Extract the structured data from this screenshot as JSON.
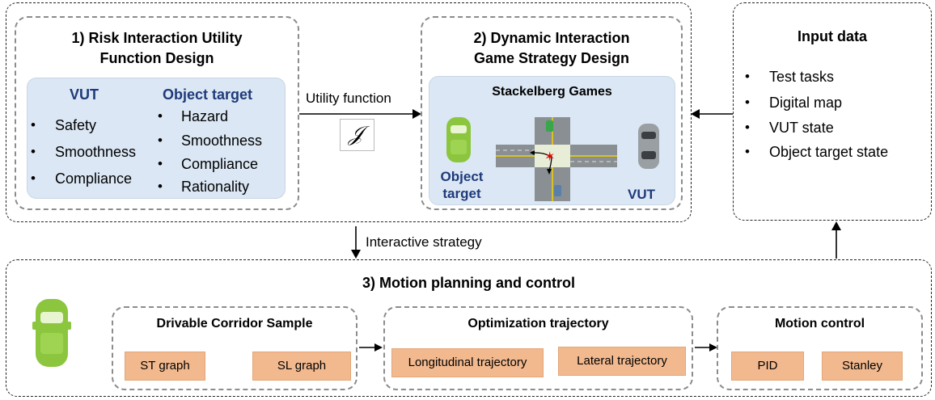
{
  "modules": {
    "risk": {
      "title_line1": "1) Risk Interaction Utility",
      "title_line2": "Function Design",
      "vut_heading": "VUT",
      "vut_items": [
        "Safety",
        "Smoothness",
        "Compliance"
      ],
      "object_heading": "Object target",
      "object_items": [
        "Hazard",
        "Smoothness",
        "Compliance",
        "Rationality"
      ]
    },
    "game": {
      "title_line1": "2) Dynamic Interaction",
      "title_line2": "Game Strategy Design",
      "panel_title": "Stackelberg Games",
      "object_label_line1": "Object",
      "object_label_line2": "target",
      "vut_label": "VUT"
    },
    "input": {
      "title": "Input data",
      "items": [
        "Test tasks",
        "Digital map",
        "VUT state",
        "Object target state"
      ]
    },
    "motion": {
      "title": "3) Motion planning and control",
      "corridor": {
        "title": "Drivable Corridor Sample",
        "buttons": [
          "ST graph",
          "SL graph"
        ]
      },
      "optimization": {
        "title": "Optimization trajectory",
        "buttons": [
          "Longitudinal trajectory",
          "Lateral trajectory"
        ]
      },
      "control": {
        "title": "Motion control",
        "buttons": [
          "PID",
          "Stanley"
        ]
      }
    }
  },
  "connectors": {
    "utility_function_label": "Utility function",
    "utility_symbol": "𝒥",
    "interactive_strategy_label": "Interactive strategy"
  },
  "colors": {
    "accent_navy": "#1f3a7a",
    "panel_blue": "#dbe7f4",
    "button_orange": "#f2b98f",
    "car_green": "#8cc63f"
  }
}
